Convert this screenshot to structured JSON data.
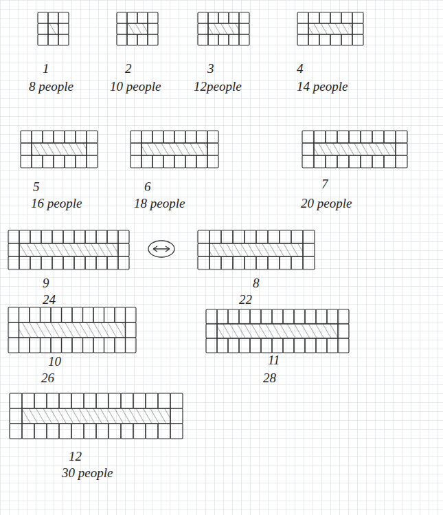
{
  "diagram": {
    "labels": [
      "1",
      "8 people",
      "2",
      "10 people",
      "3",
      "12people",
      "4",
      "14 people",
      "5",
      "16 people",
      "6",
      "18 people",
      "7",
      "20 people",
      "9",
      "8",
      "24",
      "22",
      "10",
      "11",
      "26",
      "28",
      "12",
      "30 people"
    ]
  }
}
